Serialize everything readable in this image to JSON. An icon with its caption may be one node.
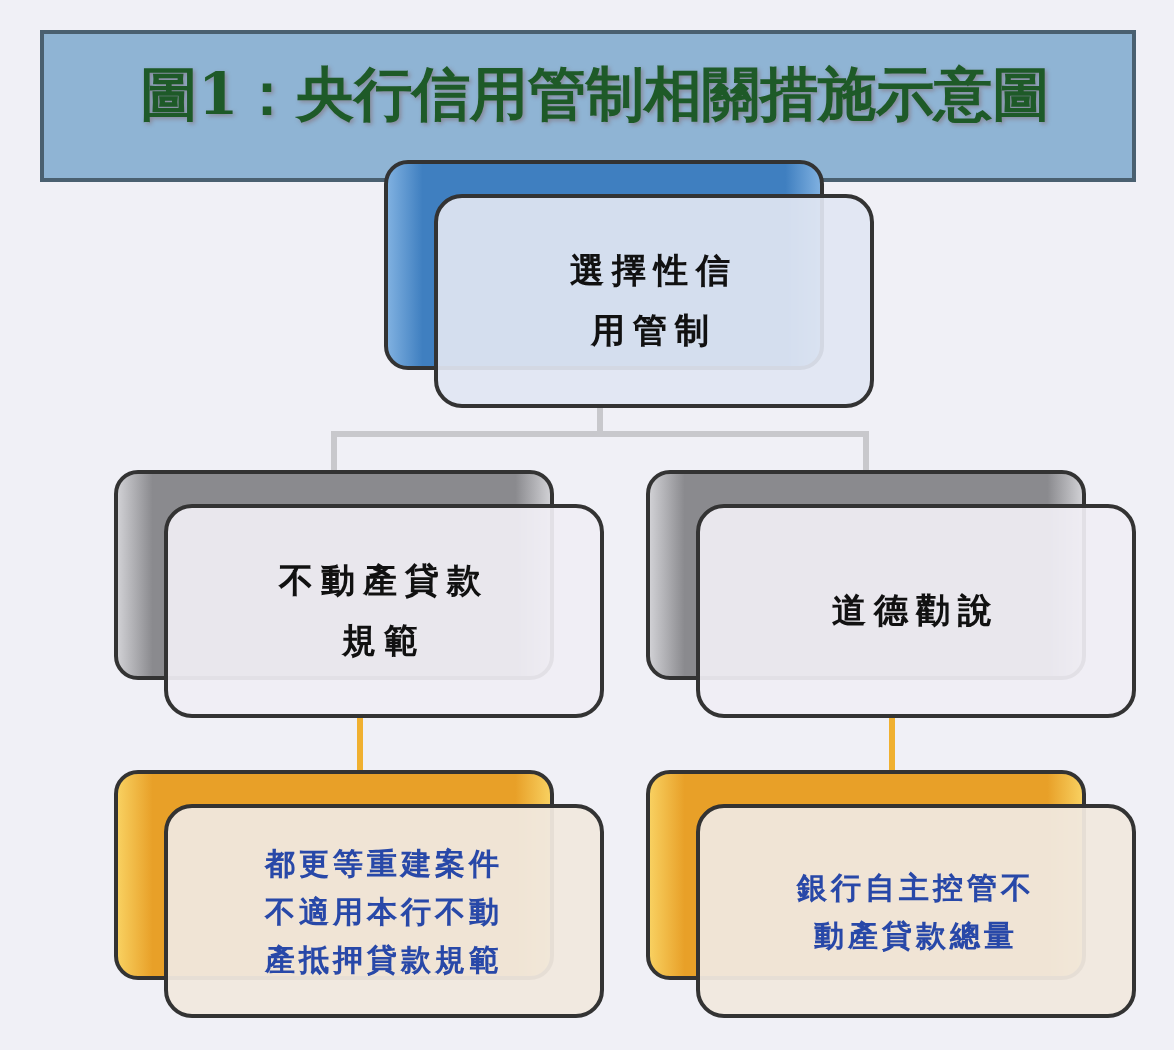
{
  "diagram": {
    "title": "圖1：央行信用管制相關措施示意圖",
    "nodes": [
      {
        "text": [
          "選擇性信用管制"
        ]
      },
      {
        "text": [
          "不動產貸款規範"
        ]
      },
      {
        "text": [
          "道德勸說"
        ]
      },
      {
        "text": [
          "都更等重建案件不適用本行不動產抵押貸款規範"
        ]
      },
      {
        "text": [
          "銀行自主控管不動產貸款總量"
        ]
      }
    ],
    "edges": [
      {
        "from": 0,
        "to": 1,
        "arrow": "none",
        "color": "#c8c8cc"
      },
      {
        "from": 0,
        "to": 2,
        "arrow": "none",
        "color": "#c8c8cc"
      },
      {
        "from": 1,
        "to": 3,
        "arrow": "none",
        "color": "#f0b030"
      },
      {
        "from": 2,
        "to": 4,
        "arrow": "none",
        "color": "#f0b030"
      }
    ]
  }
}
